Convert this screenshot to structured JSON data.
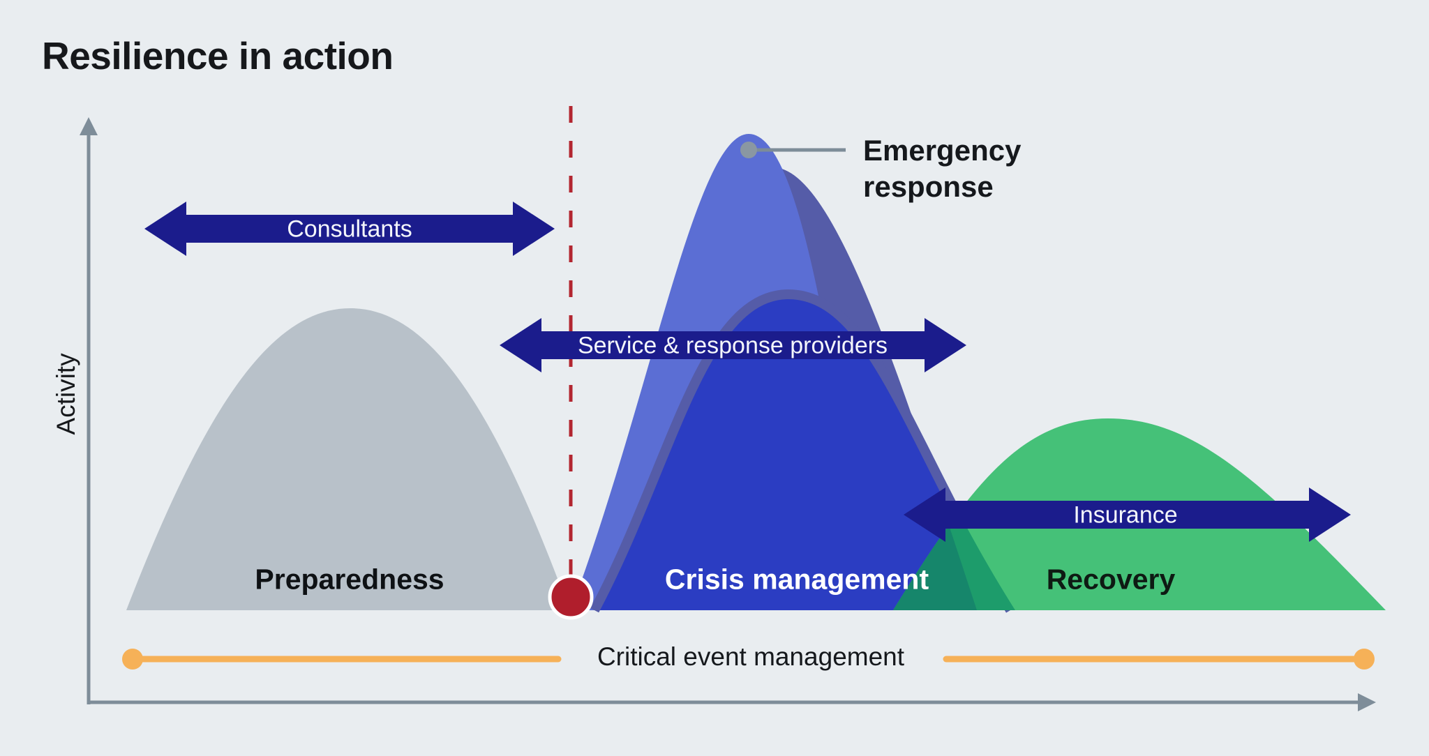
{
  "title": "Resilience in action",
  "axes": {
    "y_label": "Activity"
  },
  "arrows": {
    "consultants": "Consultants",
    "service_providers": "Service & response providers",
    "insurance": "Insurance"
  },
  "phases": {
    "preparedness": "Preparedness",
    "crisis_management": "Crisis management",
    "recovery": "Recovery"
  },
  "callout": {
    "emergency_response": "Emergency response"
  },
  "timeline": {
    "critical_event_management": "Critical event management"
  },
  "colors": {
    "background": "#e9edf0",
    "gray_curve": "#b8c1c9",
    "light_blue_curve": "#5b6ed4",
    "violet_overlap": "#555ca8",
    "royal_blue_curve": "#2b3dc2",
    "green_curve": "#45c178",
    "teal_overlap": "#1d9c6b",
    "dark_teal_overlap": "#16866b",
    "navy_arrow": "#1b1c8c",
    "dashed_red_line": "#b22630",
    "red_dot": "#b01e2c",
    "orange_timeline": "#f6b158",
    "axis_gray": "#7e8d99",
    "callout_gray": "#7d8c98",
    "callout_dot_gray": "#8a97a2"
  }
}
